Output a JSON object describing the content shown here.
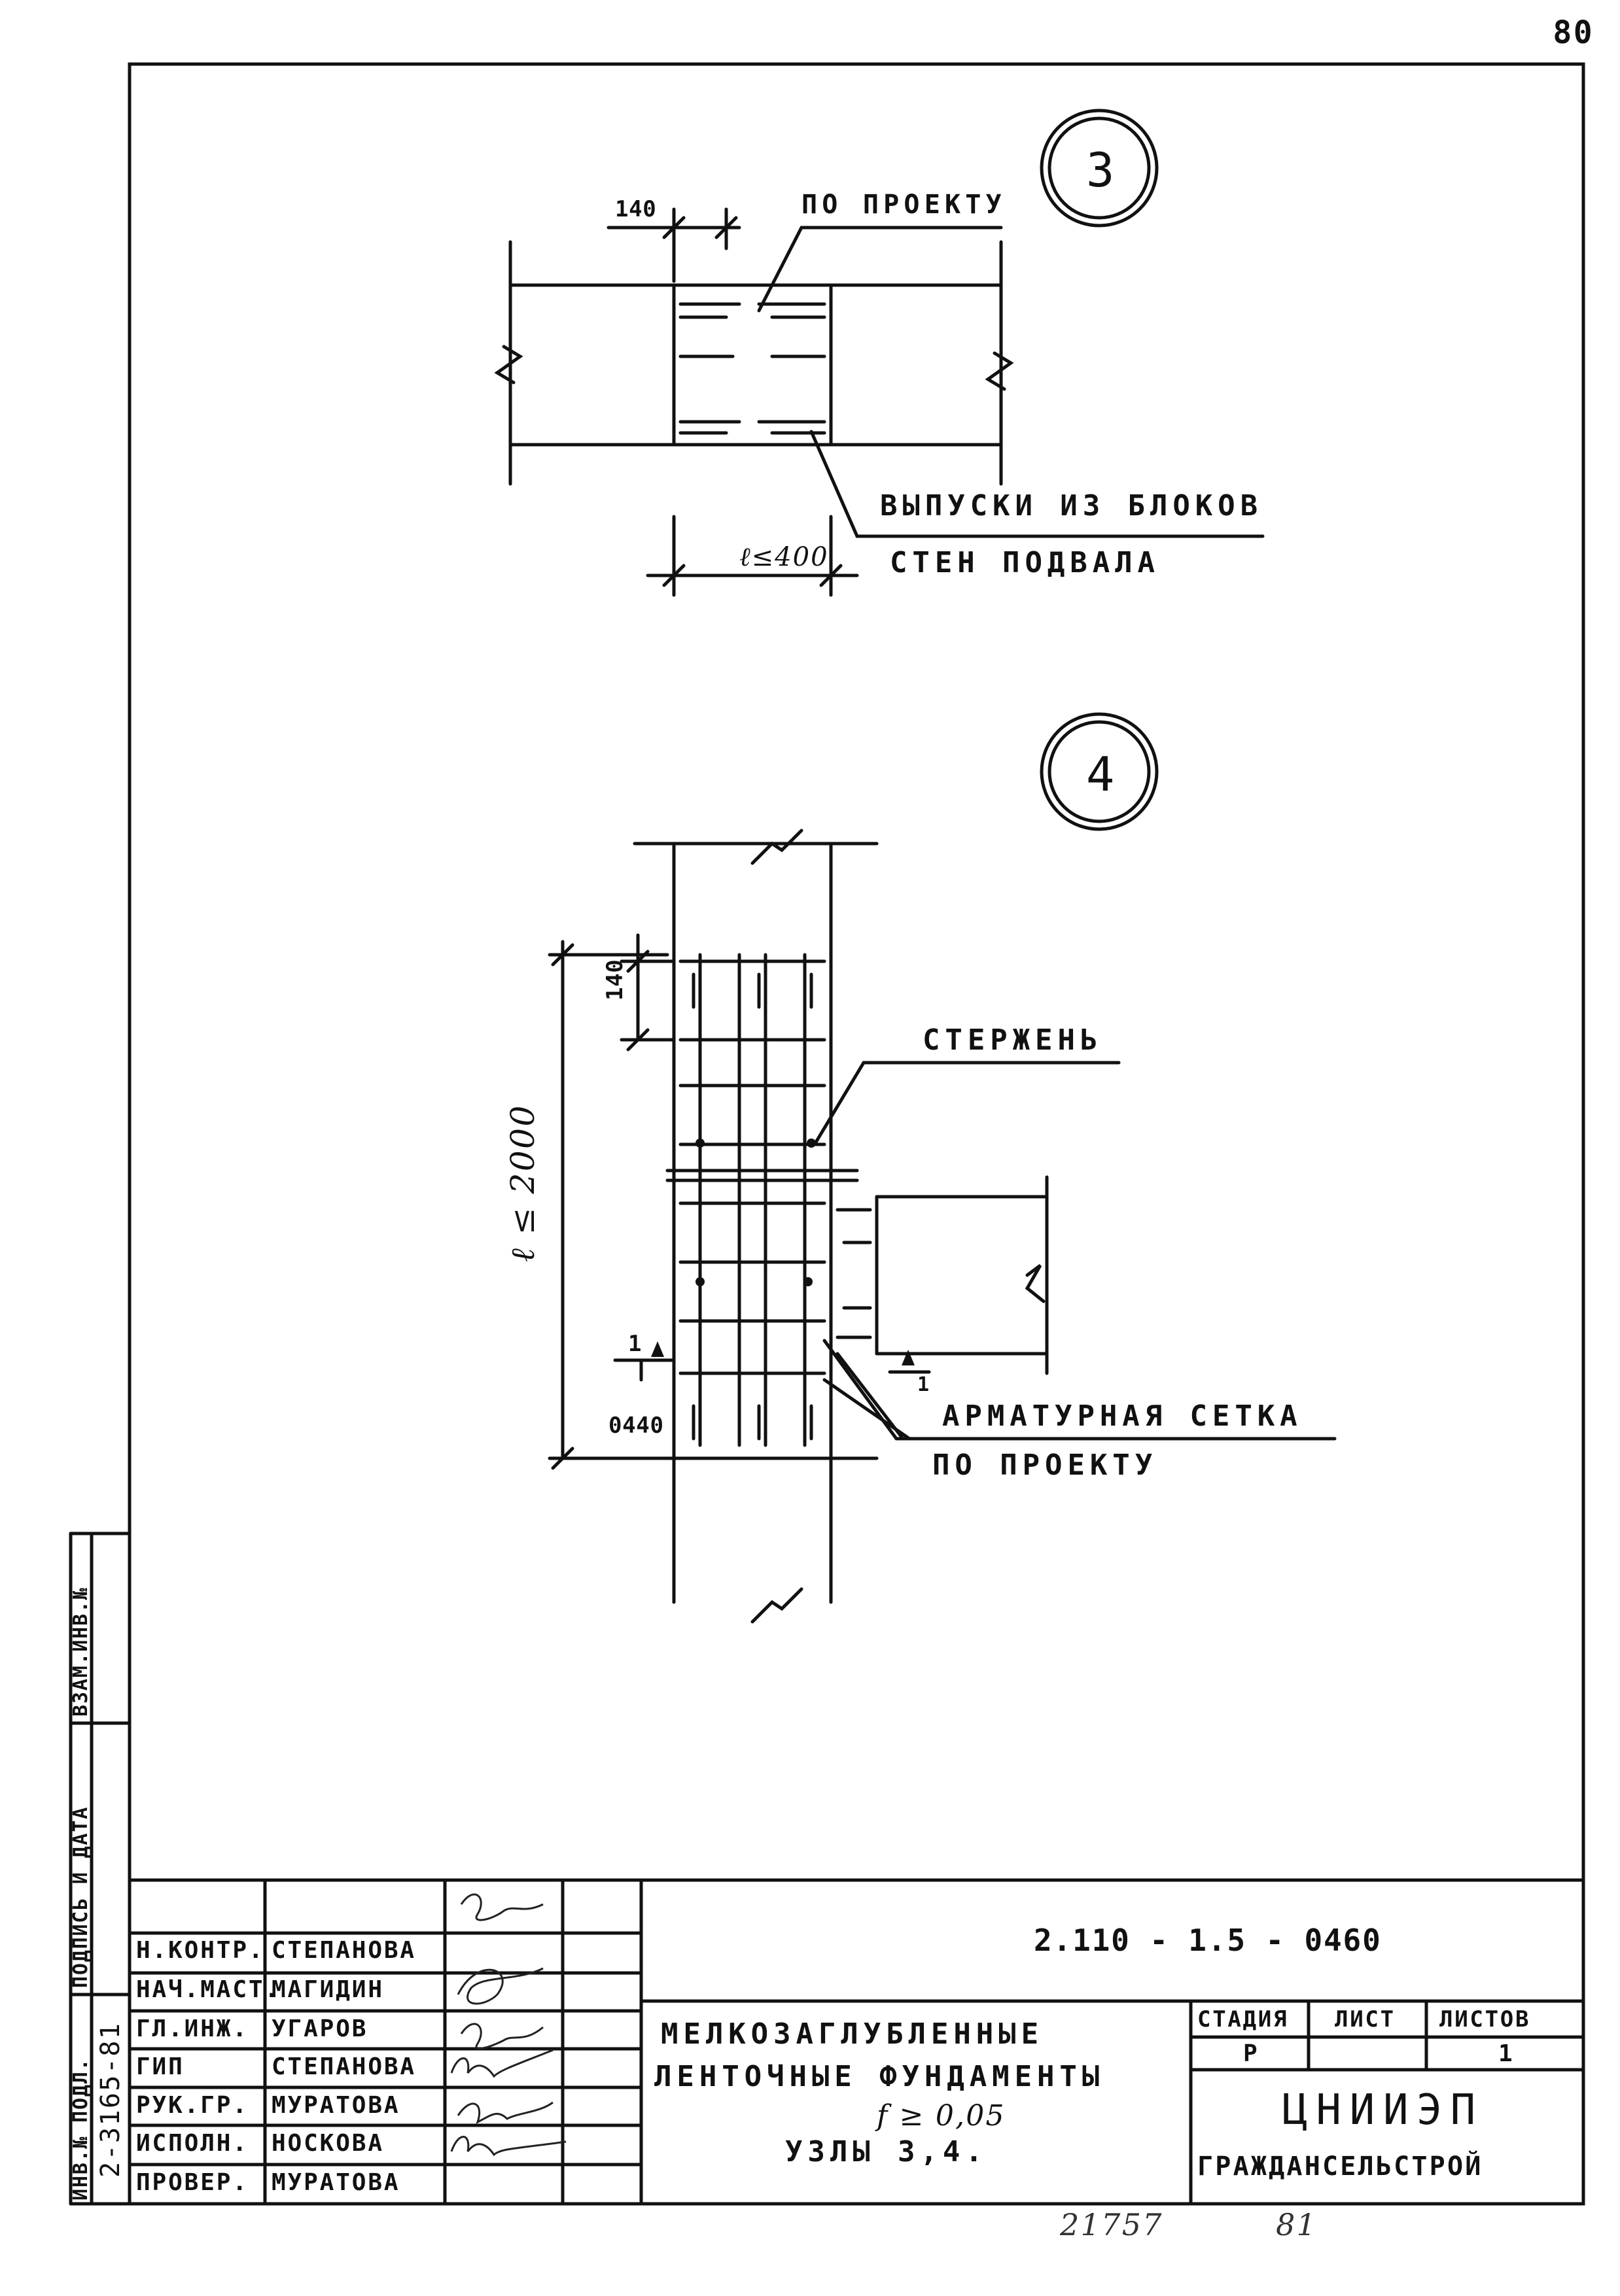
{
  "page_number": "80",
  "node3": {
    "number": "3",
    "dim_top": "140",
    "label_top": "ПО ПРОЕКТУ",
    "label_bottom_1": "ВЫПУСКИ ИЗ БЛОКОВ",
    "label_bottom_2": "СТЕН ПОДВАЛА",
    "dim_bottom": "ℓ≤400"
  },
  "node4": {
    "number": "4",
    "dim_top": "140",
    "dim_length": "ℓ ≤ 2000",
    "label_rod": "СТЕРЖЕНЬ",
    "section_mark": "1",
    "dim_bottom": "0440",
    "label_mesh_1": "АРМАТУРНАЯ СЕТКА",
    "label_mesh_2": "ПО ПРОЕКТУ"
  },
  "side_stamp": {
    "col1": "ИНВ.№ ПОДЛ.",
    "col1_value": "2-3165-81",
    "col2": "ПОДПИСЬ И ДАТА",
    "col3": "ВЗАМ.ИНВ.№"
  },
  "title_block": {
    "document_code": "2.110 - 1.5 - 0460",
    "roles": [
      {
        "role": "Н.КОНТР.",
        "name": "СТЕПАНОВА"
      },
      {
        "role": "НАЧ.МАСТ.",
        "name": "МАГИДИН"
      },
      {
        "role": "ГЛ.ИНЖ.",
        "name": "УГАРОВ"
      },
      {
        "role": "ГИП",
        "name": "СТЕПАНОВА"
      },
      {
        "role": "РУК.ГР.",
        "name": "МУРАТОВА"
      },
      {
        "role": "ИСПОЛН.",
        "name": "НОСКОВА"
      },
      {
        "role": "ПРОВЕР.",
        "name": "МУРАТОВА"
      }
    ],
    "title_lines": [
      "МЕЛКОЗАГЛУБЛЕННЫЕ",
      "ЛЕНТОЧНЫЕ  ФУНДАМЕНТЫ",
      "f ≥ 0,05",
      "УЗЛЫ 3,4."
    ],
    "stage_header": "СТАДИЯ",
    "sheet_header": "ЛИСТ",
    "sheets_header": "ЛИСТОВ",
    "stage_value": "Р",
    "sheet_value": "",
    "sheets_value": "1",
    "org_line1": "ЦНИИЭП",
    "org_line2": "ГРАЖДАНСЕЛЬСТРОЙ"
  },
  "footer_numbers": [
    "21757",
    "81"
  ]
}
